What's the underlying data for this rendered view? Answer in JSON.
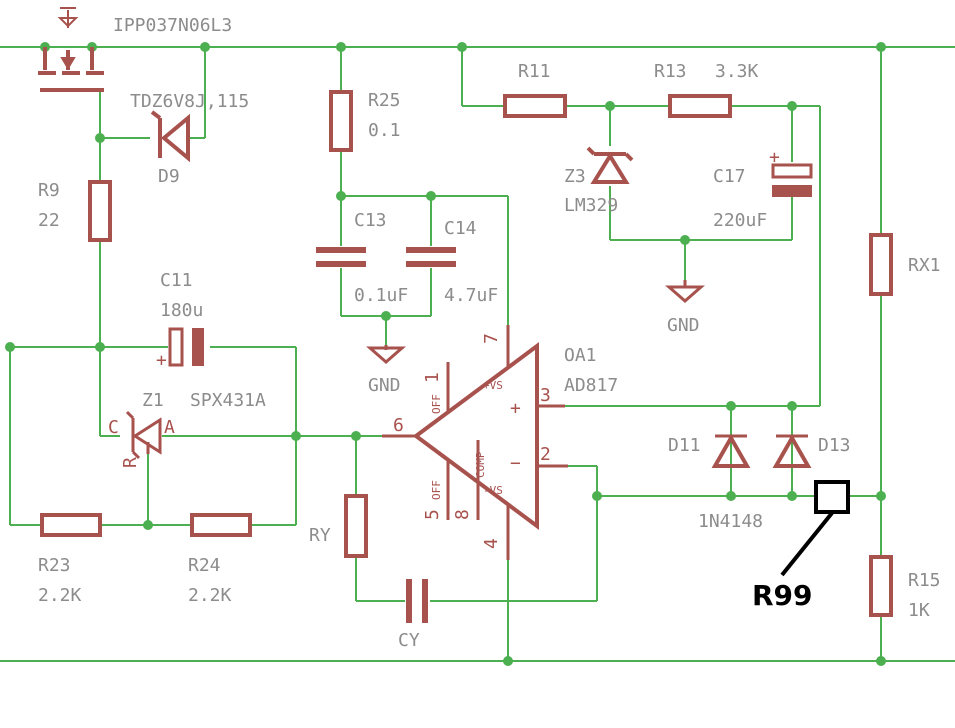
{
  "parts": {
    "q1": {
      "name": "IPP037N06L3"
    },
    "d9": {
      "name": "D9",
      "value": "TDZ6V8J,115"
    },
    "r9": {
      "name": "R9",
      "value": "22"
    },
    "r25": {
      "name": "R25",
      "value": "0.1"
    },
    "c13": {
      "name": "C13",
      "value": "0.1uF"
    },
    "c14": {
      "name": "C14",
      "value": "4.7uF"
    },
    "r11": {
      "name": "R11"
    },
    "r13": {
      "name": "R13",
      "value": "3.3K"
    },
    "z3": {
      "name": "Z3",
      "value": "LM329"
    },
    "c17": {
      "name": "C17",
      "value": "220uF"
    },
    "gnd": {
      "label": "GND"
    },
    "rx1": {
      "name": "RX1"
    },
    "c11": {
      "name": "C11",
      "value": "180u"
    },
    "z1": {
      "name": "Z1",
      "value": "SPX431A",
      "pin_c": "C",
      "pin_a": "A",
      "pin_r": "R"
    },
    "oa1": {
      "name": "OA1",
      "value": "AD817",
      "pin_vsp": "+VS",
      "pin_vsn": "-VS",
      "pin_off1": "OFF",
      "pin_off2": "OFF",
      "pin_comp": "COMP",
      "plus": "+",
      "minus": "−"
    },
    "pins": {
      "p1": "1",
      "p2": "2",
      "p3": "3",
      "p4": "4",
      "p5": "5",
      "p6": "6",
      "p7": "7",
      "p8": "8"
    },
    "d11": {
      "name": "D11"
    },
    "d13": {
      "name": "D13"
    },
    "diode_value": "1N4148",
    "r23": {
      "name": "R23",
      "value": "2.2K"
    },
    "r24": {
      "name": "R24",
      "value": "2.2K"
    },
    "ry": {
      "name": "RY"
    },
    "cy": {
      "name": "CY"
    },
    "r15": {
      "name": "R15",
      "value": "1K"
    },
    "r99": {
      "name": "R99"
    },
    "c11_polarity": "+",
    "c17_polarity": "+"
  },
  "colors": {
    "wire": "#4caf50",
    "part": "#a8524e",
    "label": "#8c8c8c",
    "callout": "#000000",
    "background": "#ffffff"
  }
}
